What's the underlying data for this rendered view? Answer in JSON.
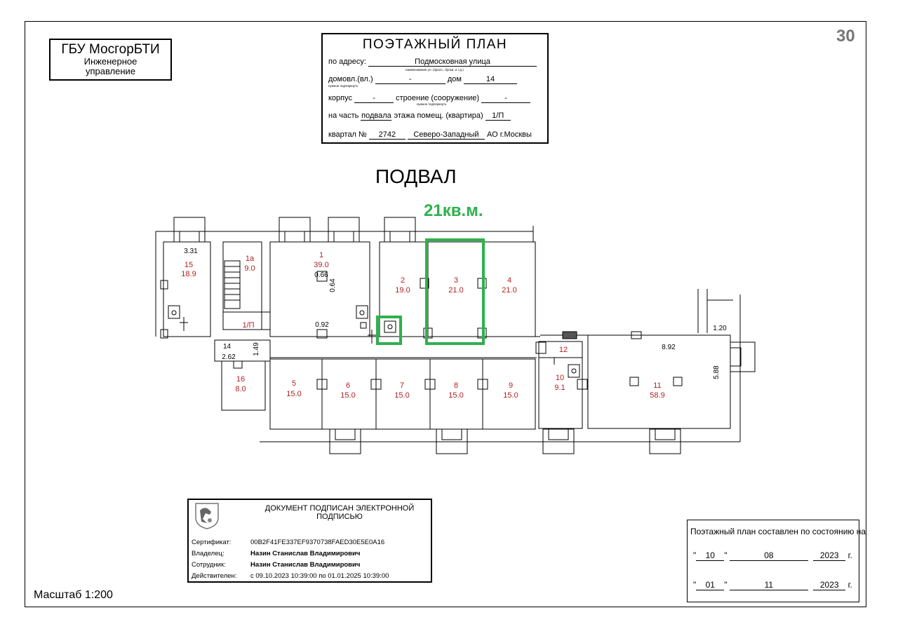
{
  "page_number": "30",
  "organization": {
    "name": "ГБУ МосгорБТИ",
    "department": "Инженерное",
    "department2": "управление"
  },
  "form": {
    "title": "ПОЭТАЖНЫЙ ПЛАН",
    "address_label": "по адресу:",
    "address_value": "Подмосковная улица",
    "address_hint": "наименование ул. (просп., бульв. и т.д.)",
    "domovl_label": "домовл.(вл.)",
    "domovl_value": "-",
    "domovl_hint": "нужное подчеркнуть",
    "house_label": "дом",
    "house_value": "14",
    "korpus_label": "корпус",
    "korpus_value": "-",
    "building_label": "строение (сооружение)",
    "building_value": "-",
    "building_hint": "нужное подчеркнуть",
    "part_label": "на часть",
    "part_value": "подвала",
    "part_mid": "этажа помещ. (квартира)",
    "apartment_value": "1/П",
    "quarter_label": "квартал №",
    "quarter_value": "2742",
    "district_value": "Северо-Западный",
    "district_suffix": "АО г.Москвы"
  },
  "floor_heading": "ПОДВАЛ",
  "highlight_area_label": "21кв.м.",
  "colors": {
    "highlight": "#2eb14d",
    "room_text": "#b51f1f",
    "page_number": "#777777"
  },
  "rooms": {
    "r1": {
      "num": "1",
      "area": "39.0"
    },
    "r1a": {
      "num": "1а",
      "area": "9.0"
    },
    "r2": {
      "num": "2",
      "area": "19.0"
    },
    "r3": {
      "num": "3",
      "area": "21.0"
    },
    "r4": {
      "num": "4",
      "area": "21.0"
    },
    "r5": {
      "num": "5",
      "area": "15.0"
    },
    "r6": {
      "num": "6",
      "area": "15.0"
    },
    "r7": {
      "num": "7",
      "area": "15.0"
    },
    "r8": {
      "num": "8",
      "area": "15.0"
    },
    "r9": {
      "num": "9",
      "area": "15.0"
    },
    "r10": {
      "num": "10",
      "area": "9.1"
    },
    "r11": {
      "num": "11",
      "area": "58.9"
    },
    "r12": {
      "num": "12"
    },
    "r14": {
      "num": "14"
    },
    "r15": {
      "num": "15",
      "area": "18.9"
    },
    "r16": {
      "num": "16",
      "area": "8.0"
    },
    "corridor": {
      "label": "1/П"
    }
  },
  "dimensions": {
    "d331": "3.31",
    "d066": "0.66",
    "d064": "0.64",
    "d092": "0.92",
    "d149": "1.49",
    "d262": "2.62",
    "d892": "8.92",
    "d120": "1.20",
    "d588": "5.88"
  },
  "signature": {
    "title_line1": "ДОКУМЕНТ ПОДПИСАН ЭЛЕКТРОННОЙ",
    "title_line2": "ПОДПИСЬЮ",
    "cert_label": "Сертификат:",
    "cert_value": "00B2F41FE337EF9370738FAED30E5E0A16",
    "owner_label": "Владелец:",
    "owner_value": "Назин Станислав Владимирович",
    "employee_label": "Сотрудник:",
    "employee_value": "Назин Станислав Владимирович",
    "valid_label": "Действителен:",
    "valid_value": "с 09.10.2023 10:39:00 по 01.01.2025 10:39:00"
  },
  "state": {
    "title": "Поэтажный план составлен по состоянию на",
    "date1": {
      "day": "10",
      "month": "08",
      "year": "2023"
    },
    "date2": {
      "day": "01",
      "month": "11",
      "year": "2023"
    },
    "year_suffix": "г.",
    "quote": "\""
  },
  "scale": "Масштаб 1:200"
}
